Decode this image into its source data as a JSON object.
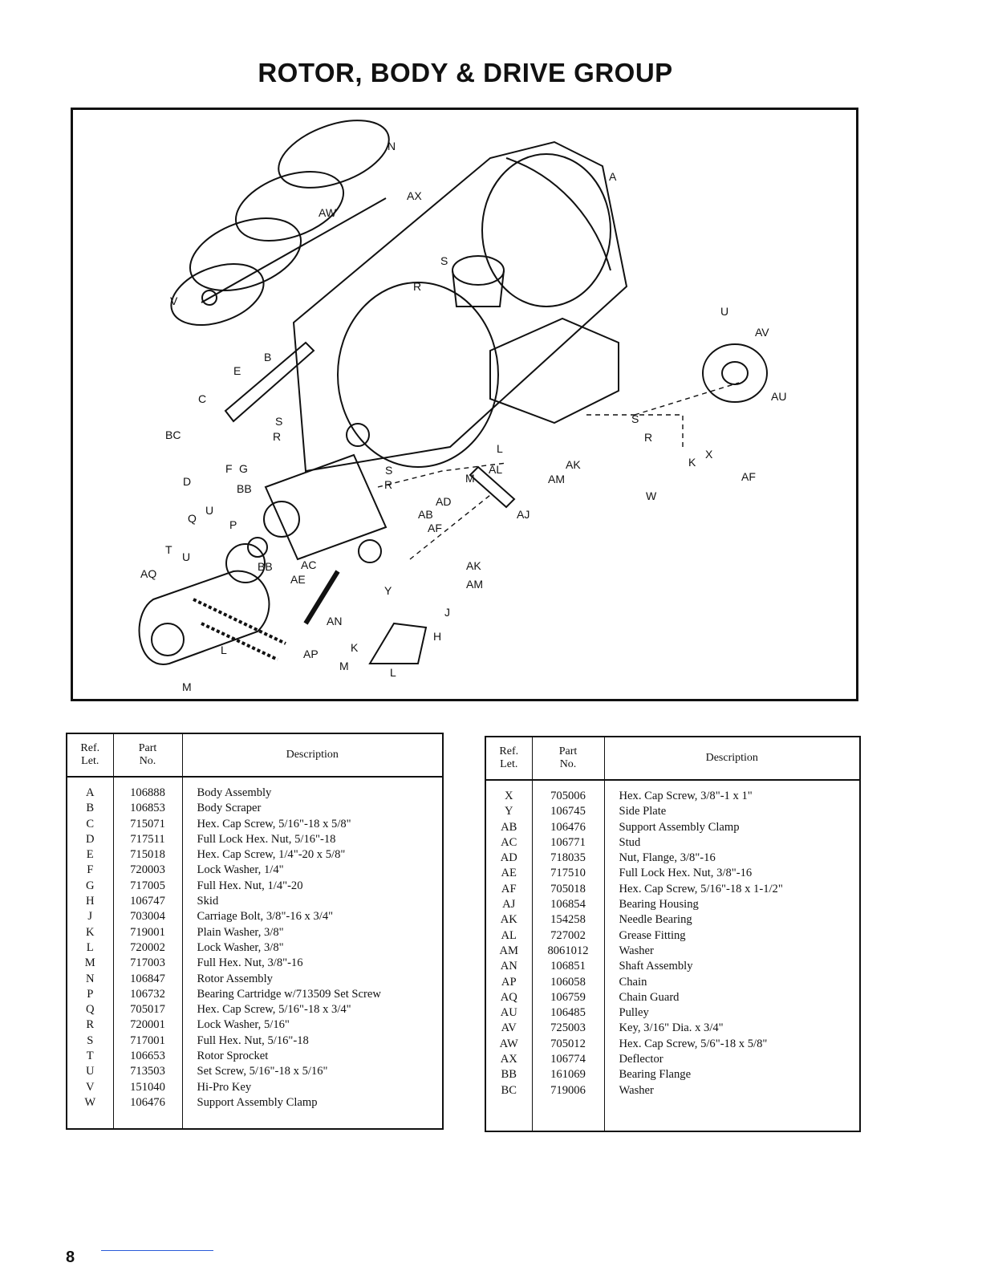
{
  "title": "ROTOR, BODY & DRIVE GROUP",
  "page_number": "8",
  "colors": {
    "ink": "#111111",
    "paper": "#ffffff",
    "footer_rule": "#2a5bd8"
  },
  "diagram": {
    "callouts": [
      "N",
      "A",
      "AX",
      "AW",
      "S",
      "R",
      "V",
      "U",
      "AV",
      "AU",
      "B",
      "E",
      "C",
      "BC",
      "D",
      "F",
      "G",
      "S",
      "R",
      "S",
      "R",
      "L",
      "AL",
      "M",
      "AK",
      "AM",
      "S",
      "R",
      "X",
      "K",
      "AF",
      "W",
      "BB",
      "AD",
      "AB",
      "AF",
      "AJ",
      "Q",
      "U",
      "P",
      "T",
      "U",
      "AQ",
      "BB",
      "AC",
      "AE",
      "Y",
      "AK",
      "AM",
      "AN",
      "J",
      "H",
      "K",
      "AP",
      "L",
      "M",
      "L",
      "M"
    ]
  },
  "table_headers": {
    "ref": "Ref.\nLet.",
    "part": "Part\nNo.",
    "description": "Description"
  },
  "left_table": [
    {
      "ref": "A",
      "part": "106888",
      "description": "Body Assembly"
    },
    {
      "ref": "B",
      "part": "106853",
      "description": "Body Scraper"
    },
    {
      "ref": "C",
      "part": "715071",
      "description": "Hex. Cap Screw, 5/16\"-18 x 5/8\""
    },
    {
      "ref": "D",
      "part": "717511",
      "description": "Full Lock Hex. Nut, 5/16\"-18"
    },
    {
      "ref": "E",
      "part": "715018",
      "description": "Hex. Cap Screw, 1/4\"-20 x 5/8\""
    },
    {
      "ref": "F",
      "part": "720003",
      "description": "Lock Washer, 1/4\""
    },
    {
      "ref": "G",
      "part": "717005",
      "description": "Full Hex. Nut, 1/4\"-20"
    },
    {
      "ref": "H",
      "part": "106747",
      "description": "Skid"
    },
    {
      "ref": "J",
      "part": "703004",
      "description": "Carriage Bolt, 3/8\"-16 x 3/4\""
    },
    {
      "ref": "K",
      "part": "719001",
      "description": "Plain Washer, 3/8\""
    },
    {
      "ref": "L",
      "part": "720002",
      "description": "Lock Washer, 3/8\""
    },
    {
      "ref": "M",
      "part": "717003",
      "description": "Full Hex. Nut, 3/8\"-16"
    },
    {
      "ref": "N",
      "part": "106847",
      "description": "Rotor Assembly"
    },
    {
      "ref": "P",
      "part": "106732",
      "description": "Bearing Cartridge w/713509 Set Screw"
    },
    {
      "ref": "Q",
      "part": "705017",
      "description": "Hex. Cap Screw, 5/16\"-18 x 3/4\""
    },
    {
      "ref": "R",
      "part": "720001",
      "description": "Lock Washer, 5/16\""
    },
    {
      "ref": "S",
      "part": "717001",
      "description": "Full Hex. Nut, 5/16\"-18"
    },
    {
      "ref": "T",
      "part": "106653",
      "description": "Rotor Sprocket"
    },
    {
      "ref": "U",
      "part": "713503",
      "description": "Set Screw, 5/16\"-18 x 5/16\""
    },
    {
      "ref": "V",
      "part": "151040",
      "description": "Hi-Pro Key"
    },
    {
      "ref": "W",
      "part": "106476",
      "description": "Support Assembly Clamp"
    }
  ],
  "right_table": [
    {
      "ref": "X",
      "part": "705006",
      "description": "Hex. Cap Screw, 3/8\"-1 x 1\""
    },
    {
      "ref": "Y",
      "part": "106745",
      "description": "Side Plate"
    },
    {
      "ref": "AB",
      "part": "106476",
      "description": "Support Assembly Clamp"
    },
    {
      "ref": "AC",
      "part": "106771",
      "description": "Stud"
    },
    {
      "ref": "AD",
      "part": "718035",
      "description": "Nut, Flange, 3/8\"-16"
    },
    {
      "ref": "AE",
      "part": "717510",
      "description": "Full Lock Hex. Nut, 3/8\"-16"
    },
    {
      "ref": "AF",
      "part": "705018",
      "description": "Hex. Cap Screw, 5/16\"-18 x 1-1/2\""
    },
    {
      "ref": "AJ",
      "part": "106854",
      "description": "Bearing Housing"
    },
    {
      "ref": "AK",
      "part": "154258",
      "description": "Needle Bearing"
    },
    {
      "ref": "AL",
      "part": "727002",
      "description": "Grease Fitting"
    },
    {
      "ref": "AM",
      "part": "8061012",
      "description": "Washer"
    },
    {
      "ref": "AN",
      "part": "106851",
      "description": "Shaft Assembly"
    },
    {
      "ref": "AP",
      "part": "106058",
      "description": "Chain"
    },
    {
      "ref": "AQ",
      "part": "106759",
      "description": "Chain Guard"
    },
    {
      "ref": "AU",
      "part": "106485",
      "description": "Pulley"
    },
    {
      "ref": "AV",
      "part": "725003",
      "description": "Key, 3/16\" Dia. x 3/4\""
    },
    {
      "ref": "AW",
      "part": "705012",
      "description": "Hex. Cap Screw, 5/6\"-18 x 5/8\""
    },
    {
      "ref": "AX",
      "part": "106774",
      "description": "Deflector"
    },
    {
      "ref": "BB",
      "part": "161069",
      "description": "Bearing Flange"
    },
    {
      "ref": "BC",
      "part": "719006",
      "description": "Washer"
    }
  ]
}
